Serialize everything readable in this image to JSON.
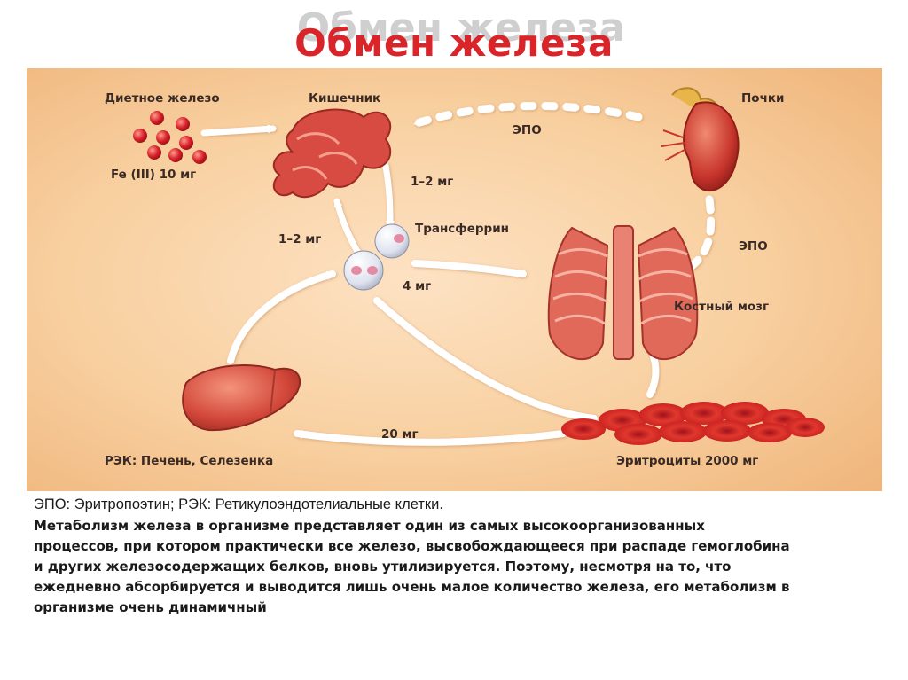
{
  "title": "Обмен железа",
  "diagram": {
    "labels": {
      "dietary_iron": "Диетное железо",
      "fe3": "Fe (III) 10 мг",
      "intestine": "Кишечник",
      "kidneys": "Почки",
      "epo_top": "ЭПО",
      "epo_right": "ЭПО",
      "intestine_to_tf": "1–2 мг",
      "transferrin": "Трансферрин",
      "tf_to_intestine": "1–2 мг",
      "tf_to_marrow": "4 мг",
      "bone_marrow": "Костный мозг",
      "rbc_to_liver": "20 мг",
      "res": "РЭК: Печень, Селезенка",
      "erythrocytes": "Эритроциты 2000 мг"
    }
  },
  "caption": {
    "legend": "ЭПО: Эритропоэтин; РЭК: Ретикулоэндотелиальные клетки.",
    "lines": [
      "Метаболизм железа в организме представляет один из самых высокоорганизованных",
      "процессов, при котором практически все железо, высвобождающееся при распаде гемоглобина",
      "и других железосодержащих белков, вновь утилизируется. Поэтому, несмотря на то, что",
      "ежедневно абсорбируется и выводится лишь очень малое количество железа, его метаболизм в",
      "организме очень динамичный"
    ]
  },
  "colors": {
    "title": "#d9242a",
    "background": "#f3c08b",
    "organ": "#d9534a",
    "arrow": "#ffffff"
  }
}
